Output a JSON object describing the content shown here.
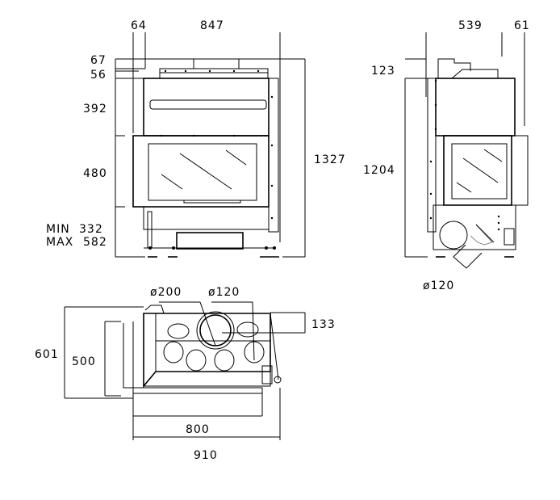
{
  "front_view": {
    "dims": {
      "top_left": "64",
      "top_width": "847",
      "d67": "67",
      "d56": "56",
      "d392": "392",
      "d480": "480",
      "min_label": "MIN",
      "min_value": "332",
      "max_label": "MAX",
      "max_value": "582",
      "height": "1327"
    }
  },
  "side_view": {
    "dims": {
      "depth": "539",
      "d61": "61",
      "d123": "123",
      "height": "1204",
      "outlet": "ø120"
    }
  },
  "plan_view": {
    "dims": {
      "flue_large": "ø200",
      "flue_small": "ø120",
      "d133": "133",
      "d601": "601",
      "d500": "500",
      "d800": "800",
      "d910": "910"
    }
  }
}
